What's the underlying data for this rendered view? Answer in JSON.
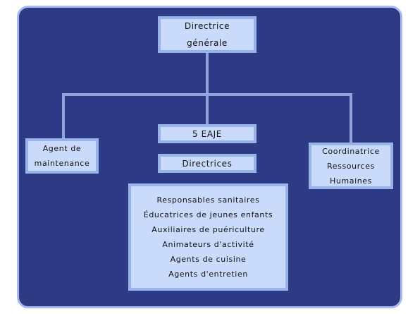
{
  "org_chart": {
    "top": {
      "lines": [
        "Directrice",
        "générale"
      ]
    },
    "left": {
      "lines": [
        "Agent de",
        "maintenance"
      ]
    },
    "center_eaje": {
      "label": "5 EAJE"
    },
    "center_directrices": {
      "label": "Directrices"
    },
    "right": {
      "lines": [
        "Coordinatrice",
        "Ressources",
        "Humaines"
      ]
    },
    "staff": {
      "lines": [
        "Responsables sanitaires",
        "Éducatrices de jeunes enfants",
        "Auxiliaires de puériculture",
        "Animateurs d'activité",
        "Agents de cuisine",
        "Agents d'entretien"
      ]
    }
  },
  "colors": {
    "background": "#2e3b84",
    "box_fill": "#c9dafb",
    "box_border": "#98b2ea",
    "connector": "#8fa4da"
  }
}
